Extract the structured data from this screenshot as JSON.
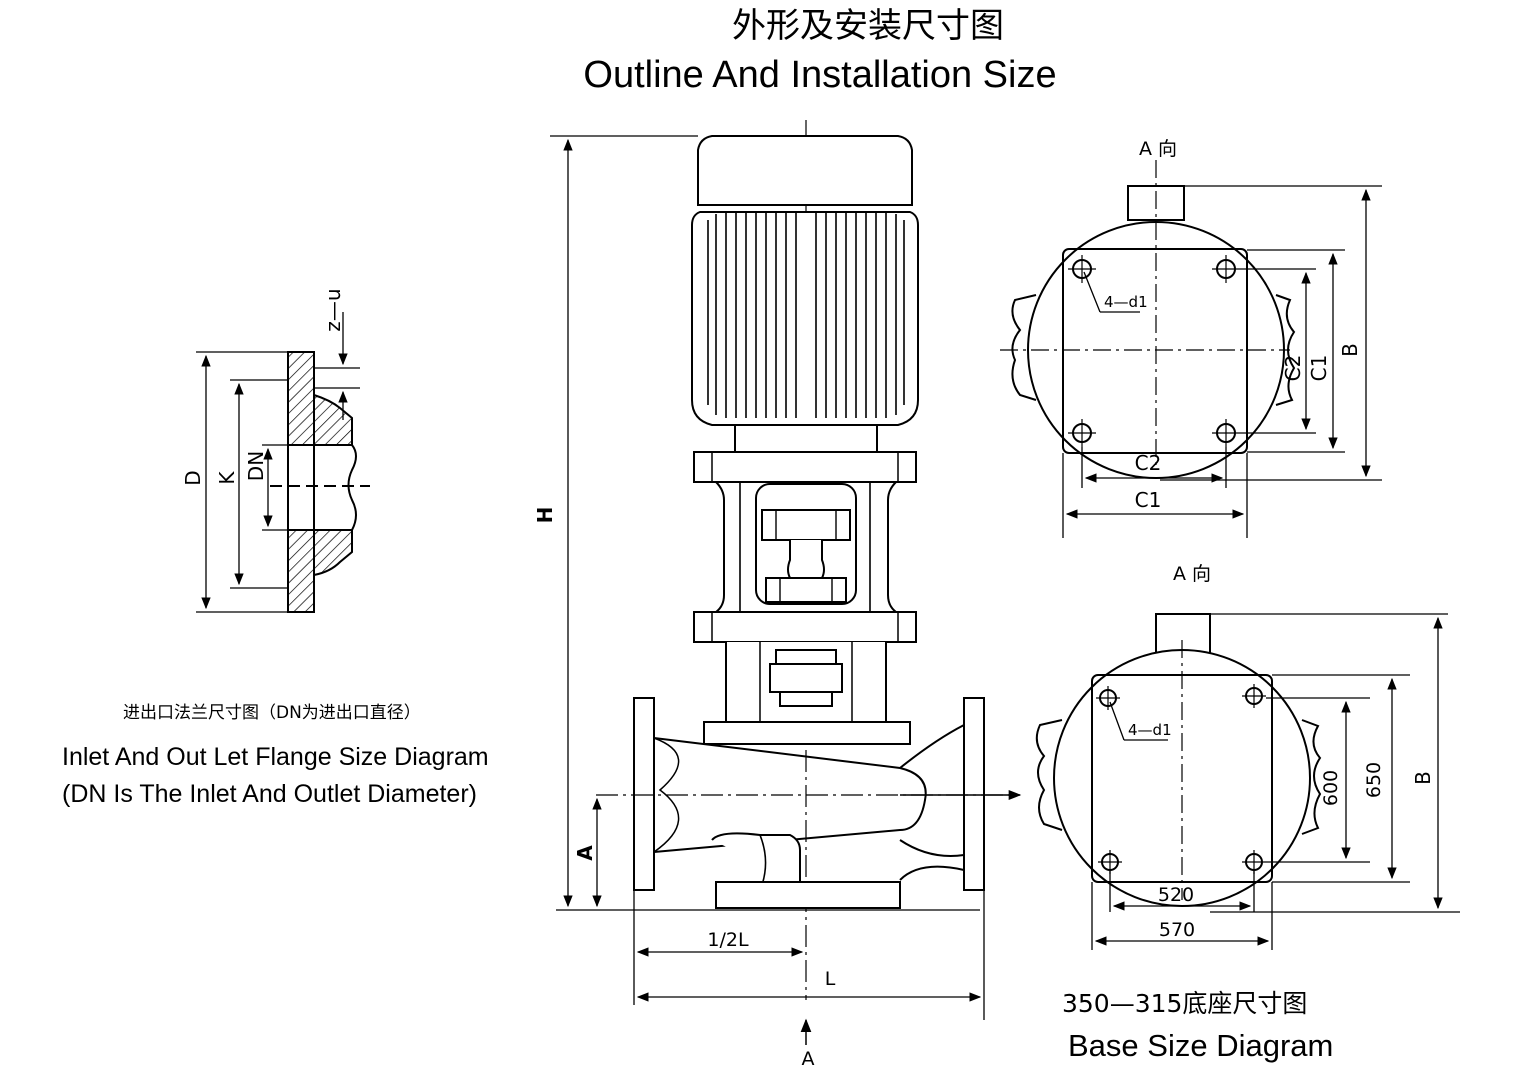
{
  "titles": {
    "main_cn": "外形及安装尺寸图",
    "main_en": "Outline And Installation Size"
  },
  "flange": {
    "caption_cn": "进出口法兰尺寸图（DN为进出口直径）",
    "caption_en_1": "Inlet And Out Let Flange Size Diagram",
    "caption_en_2": "(DN Is The Inlet And Outlet Diameter)",
    "label_D": "D",
    "label_K": "K",
    "label_DN": "DN",
    "label_nz": "n—z"
  },
  "main_view": {
    "label_H": "H",
    "label_A": "A",
    "label_half_L": "1/2L",
    "label_L": "L",
    "label_A_arrow": "A"
  },
  "top_view": {
    "label_A_dir": "A 向",
    "label_B": "B",
    "label_C1_v": "C1",
    "label_C2_v": "C2",
    "label_C1_h": "C1",
    "label_C2_h": "C2",
    "label_holes": "4—d1"
  },
  "base_view": {
    "label_A_dir": "A 向",
    "label_B": "B",
    "label_600": "600",
    "label_650": "650",
    "label_520": "520",
    "label_570": "570",
    "label_holes": "4—d1",
    "caption_cn": "350—315底座尺寸图",
    "caption_en": "Base Size Diagram"
  }
}
